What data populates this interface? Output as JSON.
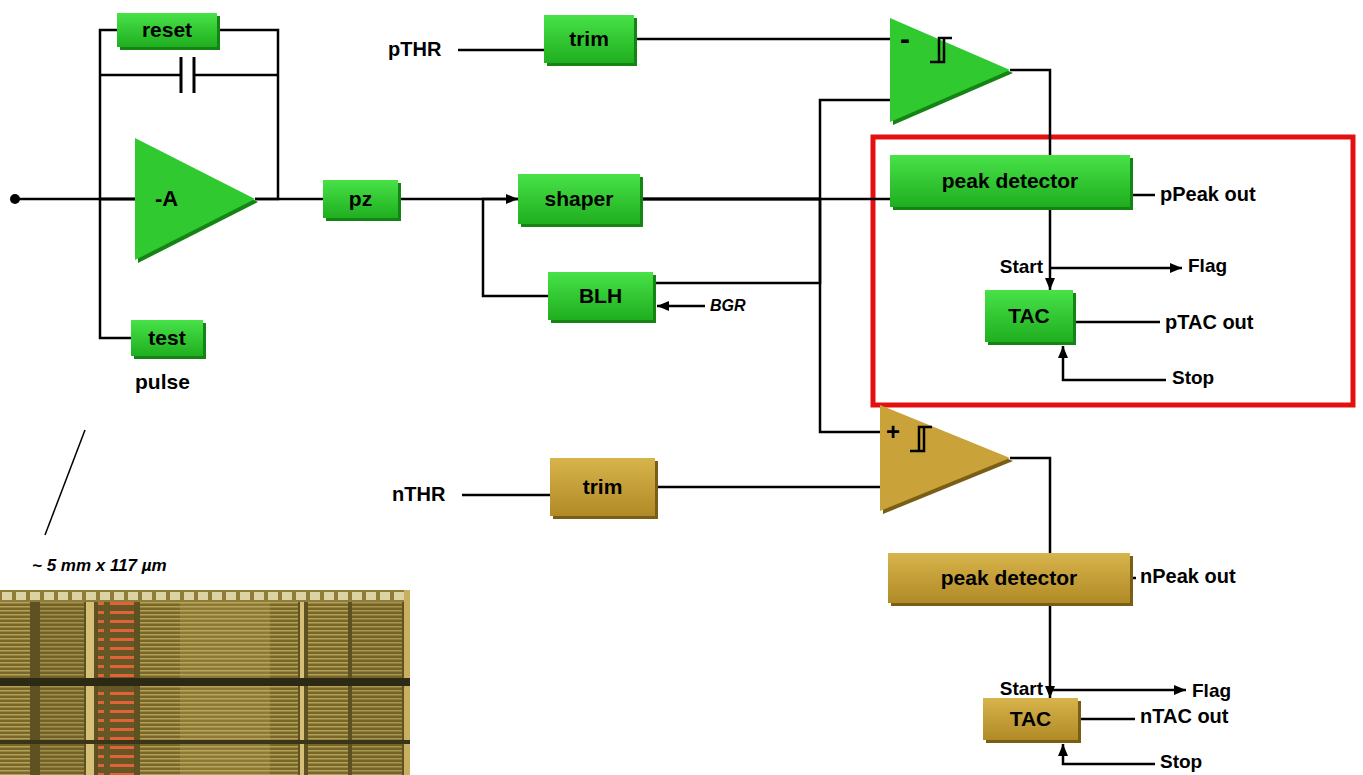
{
  "diagram": {
    "nodes": [
      {
        "text": [
          "reset"
        ]
      },
      {
        "text": [
          "-A"
        ]
      },
      {
        "text": [
          "test",
          "pulse"
        ]
      },
      {
        "text": [
          "pz"
        ]
      },
      {
        "text": [
          "shaper"
        ]
      },
      {
        "text": [
          "BLH"
        ]
      },
      {
        "text": [
          "trim"
        ]
      },
      {
        "text": [
          "-"
        ]
      },
      {
        "text": [
          "peak detector"
        ]
      },
      {
        "text": [
          "TAC"
        ]
      },
      {
        "text": [
          "trim"
        ]
      },
      {
        "text": [
          "+"
        ]
      },
      {
        "text": [
          "peak detector"
        ]
      },
      {
        "text": [
          "TAC"
        ]
      }
    ],
    "edges": [
      {
        "from": 0,
        "to": 1,
        "arrow": "none"
      },
      {
        "from": 1,
        "to": 0,
        "arrow": "none"
      },
      {
        "from": 2,
        "to": 1,
        "arrow": "none"
      },
      {
        "from": 1,
        "to": 3,
        "arrow": "none"
      },
      {
        "from": 3,
        "to": 4,
        "arrow": "none"
      },
      {
        "from": 5,
        "to": 4,
        "arrow": "to"
      },
      {
        "from": 4,
        "to": 5,
        "arrow": "none"
      },
      {
        "from": 4,
        "to": 7,
        "arrow": "none"
      },
      {
        "from": 4,
        "to": 8,
        "arrow": "none"
      },
      {
        "from": 4,
        "to": 11,
        "arrow": "none"
      },
      {
        "from": 6,
        "to": 7,
        "arrow": "none"
      },
      {
        "from": 7,
        "to": 8,
        "arrow": "none"
      },
      {
        "from": 10,
        "to": 11,
        "arrow": "none"
      },
      {
        "from": 11,
        "to": 12,
        "arrow": "none"
      },
      {
        "from": 8,
        "to": 9,
        "arrow": "to"
      },
      {
        "from": 12,
        "to": 13,
        "arrow": "to"
      }
    ],
    "labels": [
      "pTHR",
      "BGR",
      "pPeak out",
      "Start",
      "Flag",
      "pTAC out",
      "Stop",
      "nTHR",
      "nPeak out",
      "Start",
      "Flag",
      "nTAC out",
      "Stop",
      "~ 5 mm x 117 µm"
    ]
  }
}
